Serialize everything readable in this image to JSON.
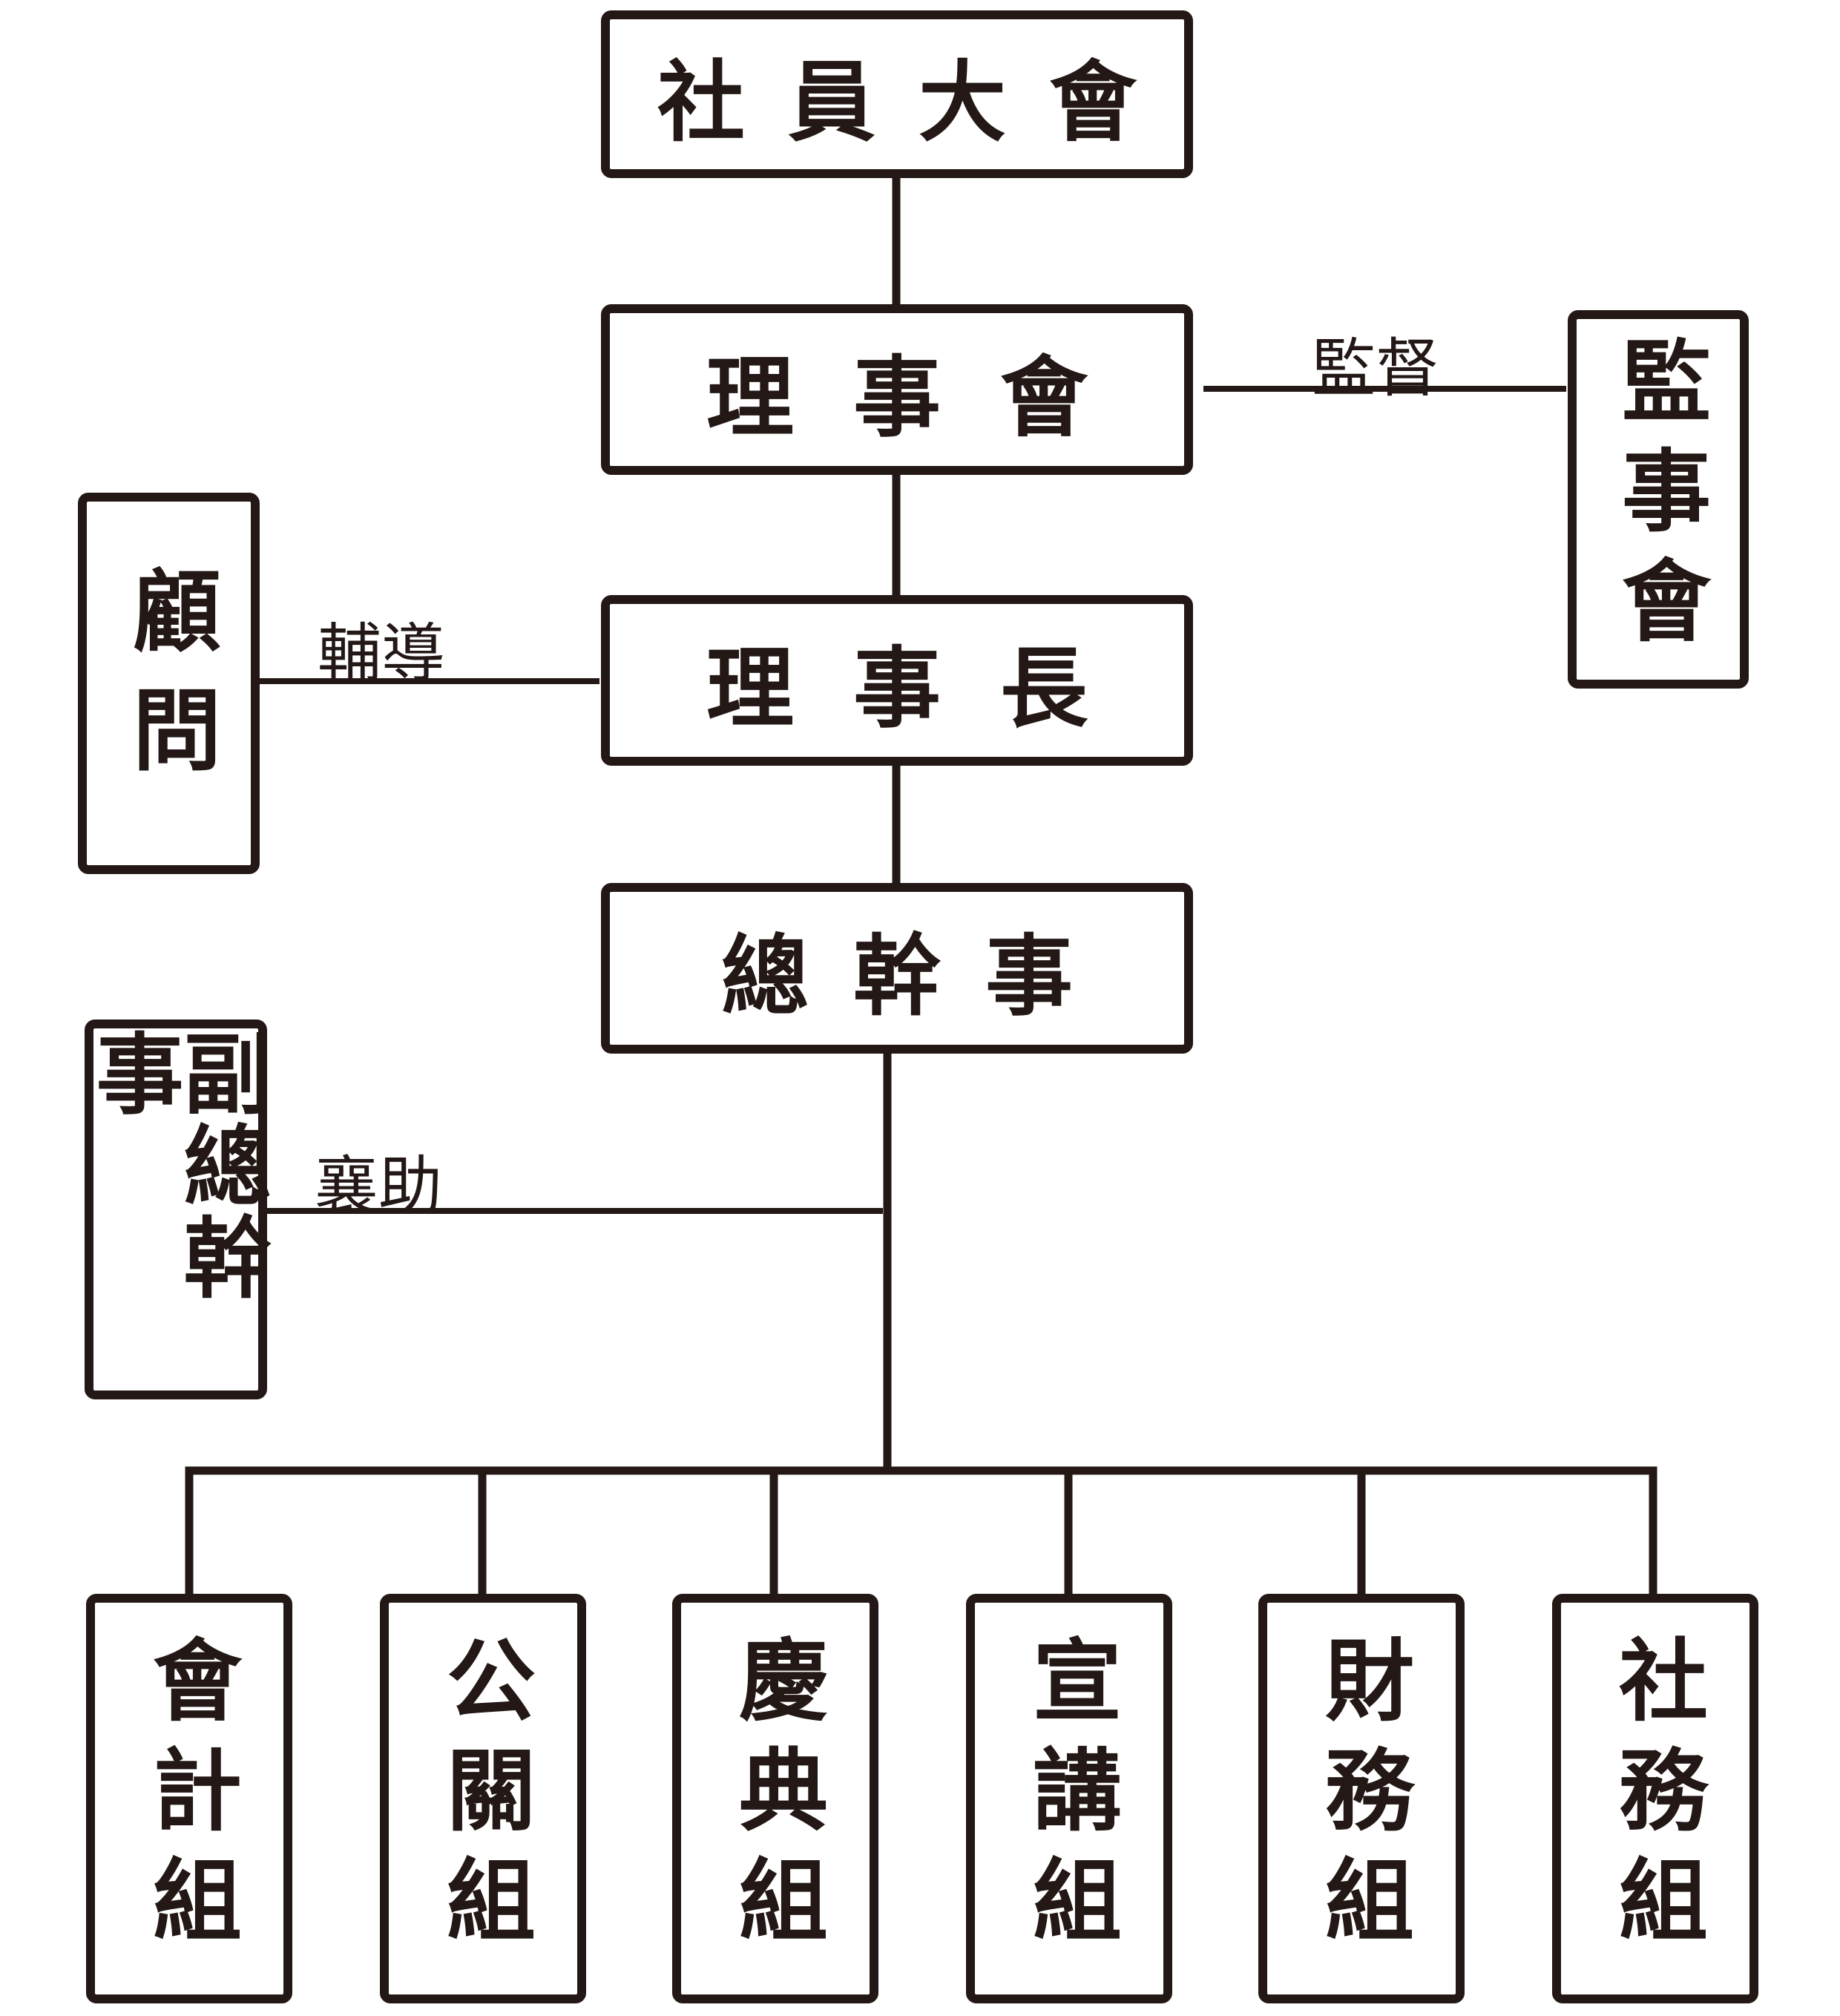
{
  "top": {
    "general_assembly": "社員大會"
  },
  "chain": {
    "board": "理事會",
    "chairman": "理事長",
    "secretary_general": "總幹事"
  },
  "side": {
    "supervisors": "監事會",
    "advisor": "顧問",
    "deputy_secretary_general": "副總幹事"
  },
  "edge_labels": {
    "supervise": "監督",
    "guide": "輔導",
    "assist": "襄助"
  },
  "groups": [
    "會計組",
    "公關組",
    "慶典組",
    "宣講組",
    "財務組",
    "社務組"
  ],
  "colors": {
    "line": "#231815",
    "background": "#ffffff"
  }
}
